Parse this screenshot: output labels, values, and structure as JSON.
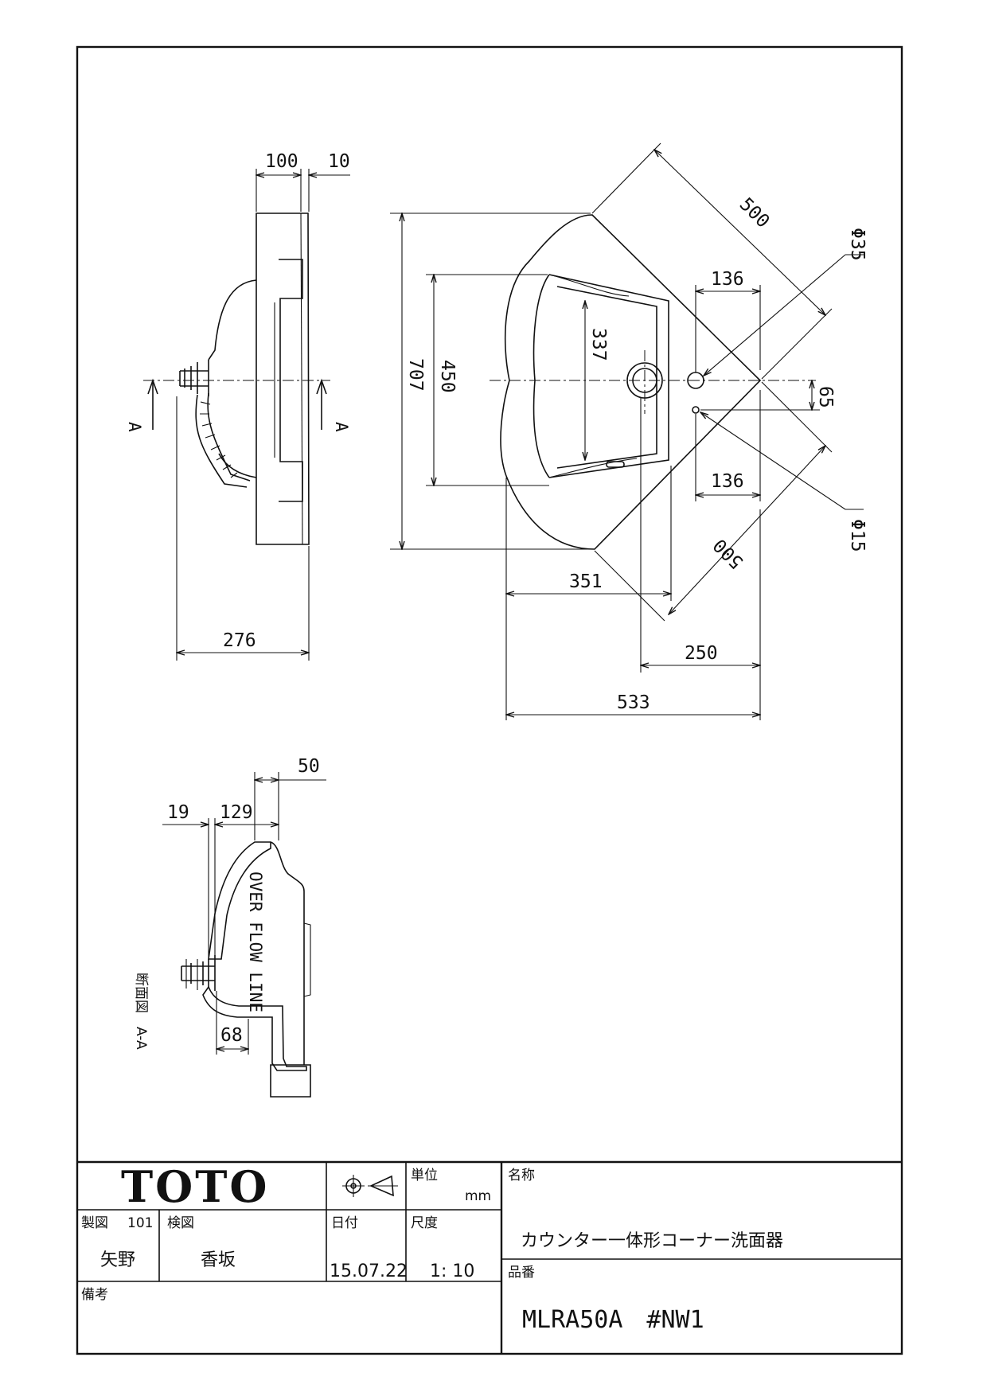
{
  "title_block": {
    "logo": "TOTO",
    "unit_label": "単位",
    "unit_value": "mm",
    "name_label": "名称",
    "name_value": "カウンター一体形コーナー洗面器",
    "drafter_label": "製図",
    "drafter_code": "101",
    "drafter_name": "矢野",
    "checker_label": "検図",
    "checker_name": "香坂",
    "date_label": "日付",
    "date_value": "15.07.22",
    "scale_label": "尺度",
    "scale_value": "1: 10",
    "part_no_label": "品番",
    "part_no_value": "MLRA50A　#NW1",
    "remarks_label": "備考"
  },
  "dimensions": {
    "side_top_a": "100",
    "side_top_b": "10",
    "side_depth": "276",
    "section_marker": "A",
    "overall_height": "707",
    "bowl_height": "450",
    "basin_height": "337",
    "edge_a": "500",
    "edge_b": "500",
    "hole_offset_upper": "136",
    "hole_offset_lower": "136",
    "hole_drop": "65",
    "hole_large": "Φ35",
    "hole_small": "Φ15",
    "width_351": "351",
    "width_250": "250",
    "width_533": "533",
    "sec_19": "19",
    "sec_129": "129",
    "sec_50": "50",
    "sec_68": "68",
    "overflow_line": "OVER FLOW LINE",
    "section_caption": "断面図　A-A"
  },
  "colors": {
    "line": "#111111",
    "paper": "#ffffff"
  }
}
